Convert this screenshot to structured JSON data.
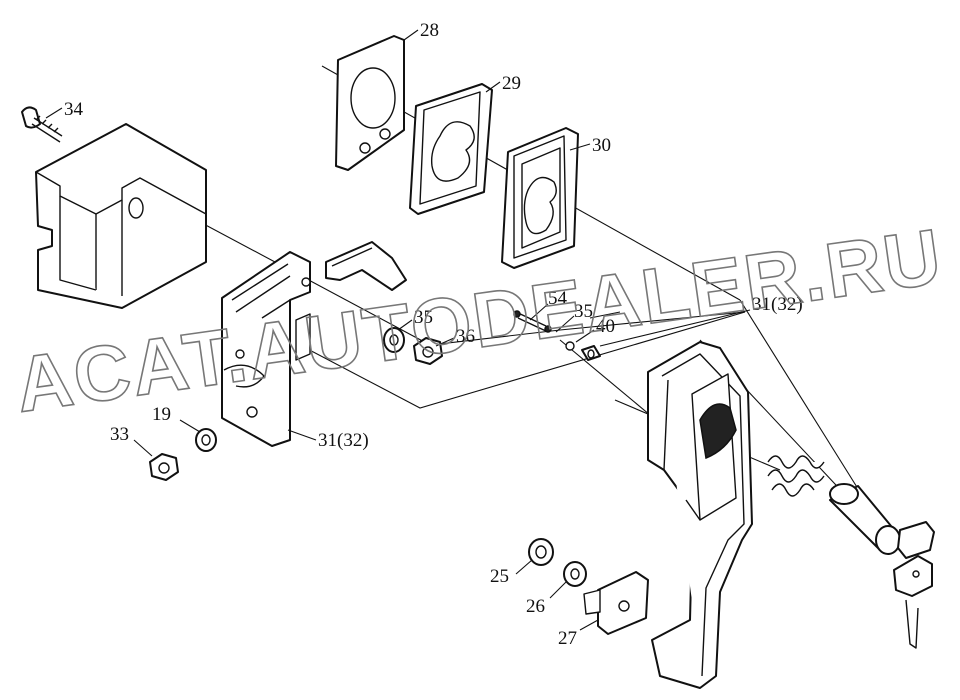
{
  "watermark": {
    "text": "ACAT.AUTODEALER.RU"
  },
  "callouts": {
    "p28": "28",
    "p29": "29",
    "p30": "30",
    "p34": "34",
    "p31_top": "31(32)",
    "p54": "54",
    "p35_right": "35",
    "p40": "40",
    "p35_left": "35",
    "p36": "36",
    "p19": "19",
    "p33": "33",
    "p31_bottom": "31(32)",
    "p25": "25",
    "p26": "26",
    "p27": "27"
  }
}
